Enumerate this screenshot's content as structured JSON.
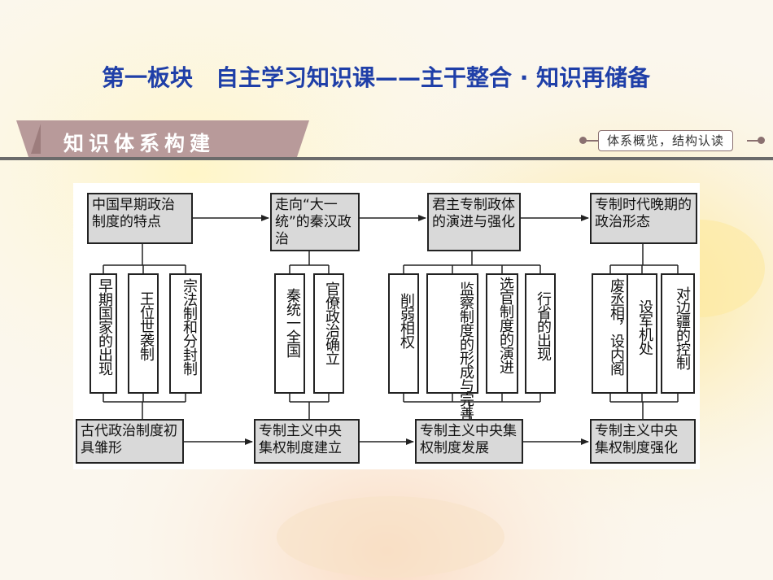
{
  "title": "第一板块　自主学习知识课——主干整合 · 知识再储备",
  "section_banner": "知识体系构建",
  "section_tag": "体系概览，结构认读",
  "colors": {
    "title": "#1f3fa8",
    "banner": "#b89a9a",
    "box_fill": "#d9d9d9",
    "line": "#222222"
  },
  "columns": [
    {
      "top": "中国早期政治制度的特点",
      "items": [
        "早期国家的出现",
        "王位世袭制",
        "宗法制和分封制"
      ],
      "bottom": "古代政治制度初具雏形"
    },
    {
      "top": "走向“大一统”的秦汉政治",
      "items": [
        "秦统一全国",
        "官僚政治确立"
      ],
      "bottom": "专制主义中央集权制度建立"
    },
    {
      "top": "君主专制政体的演进与强化",
      "items": [
        "削弱相权",
        "监察制度的形成与完善",
        "选官制度的演进",
        "行省的出现"
      ],
      "bottom": "专制主义中央集权制度发展"
    },
    {
      "top": "专制时代晚期的政治形态",
      "items": [
        "废丞相，设内阁",
        "设军机处",
        "对边疆的控制"
      ],
      "bottom": "专制主义中央集权制度强化"
    }
  ]
}
